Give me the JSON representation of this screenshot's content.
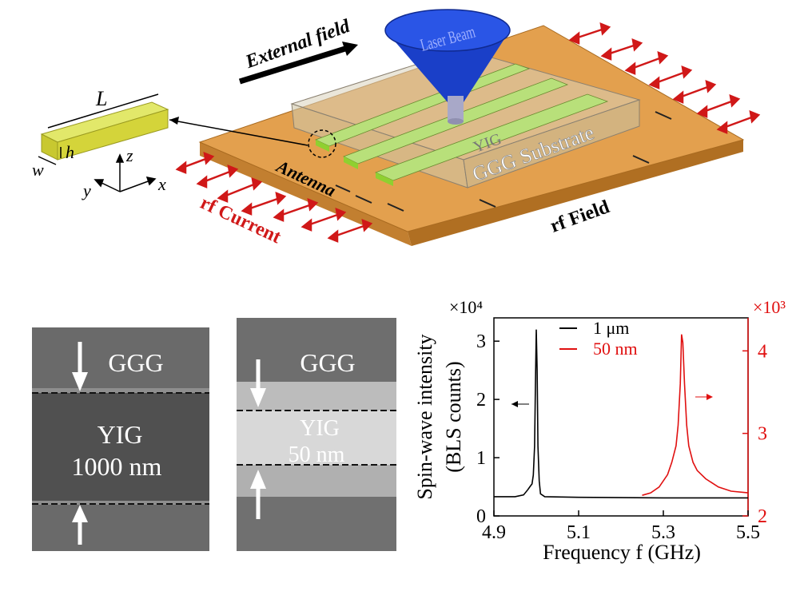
{
  "colors": {
    "substrate_top": "#e3a04e",
    "substrate_side": "#c27f30",
    "antenna_text": "#000000",
    "rf_arrow": "#d01818",
    "ygg_strip": "#b8e07a",
    "laser": "#1a3fc8",
    "sem_bg": "#585858",
    "line_black": "#000000",
    "line_red": "#e01010"
  },
  "schematic": {
    "external_field": "External field",
    "laser_label": "Laser Beam",
    "yig_label": "YIG",
    "substrate_label": "GGG Substrate",
    "antenna_label": "Antenna",
    "rf_current_label": "rf Current",
    "rf_field_label": "rf Field",
    "bar_L": "L",
    "bar_h": "h",
    "bar_w": "w",
    "axis_x": "x",
    "axis_y": "y",
    "axis_z": "z"
  },
  "sem_left": {
    "top_label": "GGG",
    "mid_label_1": "YIG",
    "mid_label_2": "1000 nm"
  },
  "sem_right": {
    "top_label": "GGG",
    "mid_label_1": "YIG",
    "mid_label_2": "50 nm"
  },
  "chart_data": {
    "type": "line",
    "xlabel": "Frequency f (GHz)",
    "ylabel_line1": "Spin-wave intensity",
    "ylabel_line2": "(BLS counts)",
    "x_ticks": [
      "4.9",
      "5.1",
      "5.3",
      "5.5"
    ],
    "xlim": [
      4.9,
      5.5
    ],
    "left_axis": {
      "ticks": [
        "0",
        "1",
        "2",
        "3"
      ],
      "ylim": [
        0,
        3.4
      ],
      "multiplier": "×10⁴"
    },
    "right_axis": {
      "ticks": [
        "2",
        "3",
        "4"
      ],
      "ylim": [
        2,
        4.4
      ],
      "multiplier": "×10³"
    },
    "legend_position": "top-center",
    "series": [
      {
        "name": "1 μm",
        "color": "#000000",
        "axis": "left",
        "x": [
          4.9,
          4.95,
          4.97,
          4.98,
          4.985,
          4.99,
          4.993,
          4.996,
          4.998,
          5.0,
          5.002,
          5.004,
          5.007,
          5.01,
          5.02,
          5.1,
          5.3,
          5.5
        ],
        "y": [
          0.33,
          0.33,
          0.36,
          0.45,
          0.5,
          0.55,
          0.7,
          1.2,
          2.2,
          3.2,
          2.5,
          1.2,
          0.6,
          0.38,
          0.33,
          0.32,
          0.31,
          0.31
        ]
      },
      {
        "name": "50 nm",
        "color": "#e01010",
        "axis": "right",
        "x": [
          5.25,
          5.27,
          5.29,
          5.31,
          5.32,
          5.33,
          5.335,
          5.34,
          5.343,
          5.346,
          5.35,
          5.355,
          5.36,
          5.37,
          5.38,
          5.4,
          5.43,
          5.46,
          5.5
        ],
        "y": [
          2.25,
          2.28,
          2.35,
          2.5,
          2.65,
          2.85,
          3.1,
          3.6,
          4.2,
          4.1,
          3.6,
          3.1,
          2.85,
          2.65,
          2.55,
          2.45,
          2.35,
          2.3,
          2.28
        ]
      }
    ]
  }
}
